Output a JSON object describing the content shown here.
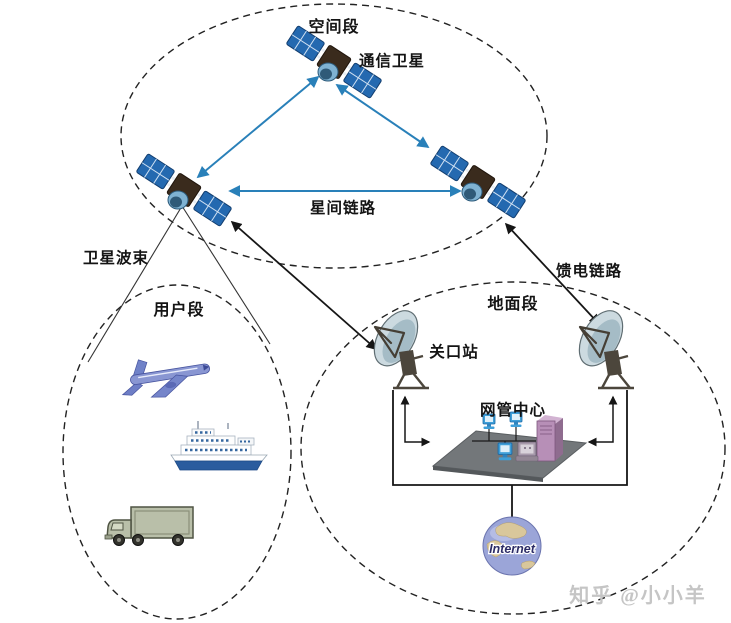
{
  "diagram": {
    "segments": {
      "space": {
        "label": "空间段"
      },
      "user": {
        "label": "用户段"
      },
      "ground": {
        "label": "地面段"
      }
    },
    "labels": {
      "comm_satellite": "通信卫星",
      "inter_satellite_link": "星间链路",
      "satellite_beam": "卫星波束",
      "feeder_link": "馈电链路",
      "gateway_station": "关口站",
      "network_mgmt_center": "网管中心",
      "internet": "Internet"
    },
    "watermark": "知乎 @小小羊",
    "icons": [
      "communication-satellite-icon",
      "gateway-antenna-icon",
      "airplane-icon",
      "ship-icon",
      "truck-icon",
      "internet-globe-icon",
      "computer-terminal-icon",
      "server-tower-icon"
    ],
    "colors": {
      "link_blue": "#2980b9",
      "line_black": "#161616",
      "solar_panel_blue": "#2469b0",
      "satellite_body_brown": "#3a2b1d",
      "dish_gray_blue": "#ccdae0",
      "antenna_mount_dark": "#4c463c",
      "platform_gray": "#73777a",
      "server_purple": "#b78fb7",
      "terminal_blue": "#3f9fd8",
      "globe_lavender": "#9ba5d8",
      "continent_tan": "#d9c79b",
      "truck_green": "#b9bfa9",
      "ship_blue": "#2a5c9e",
      "plane_blue": "#8996d2",
      "watermark_gray": "#c5c5c5"
    }
  }
}
